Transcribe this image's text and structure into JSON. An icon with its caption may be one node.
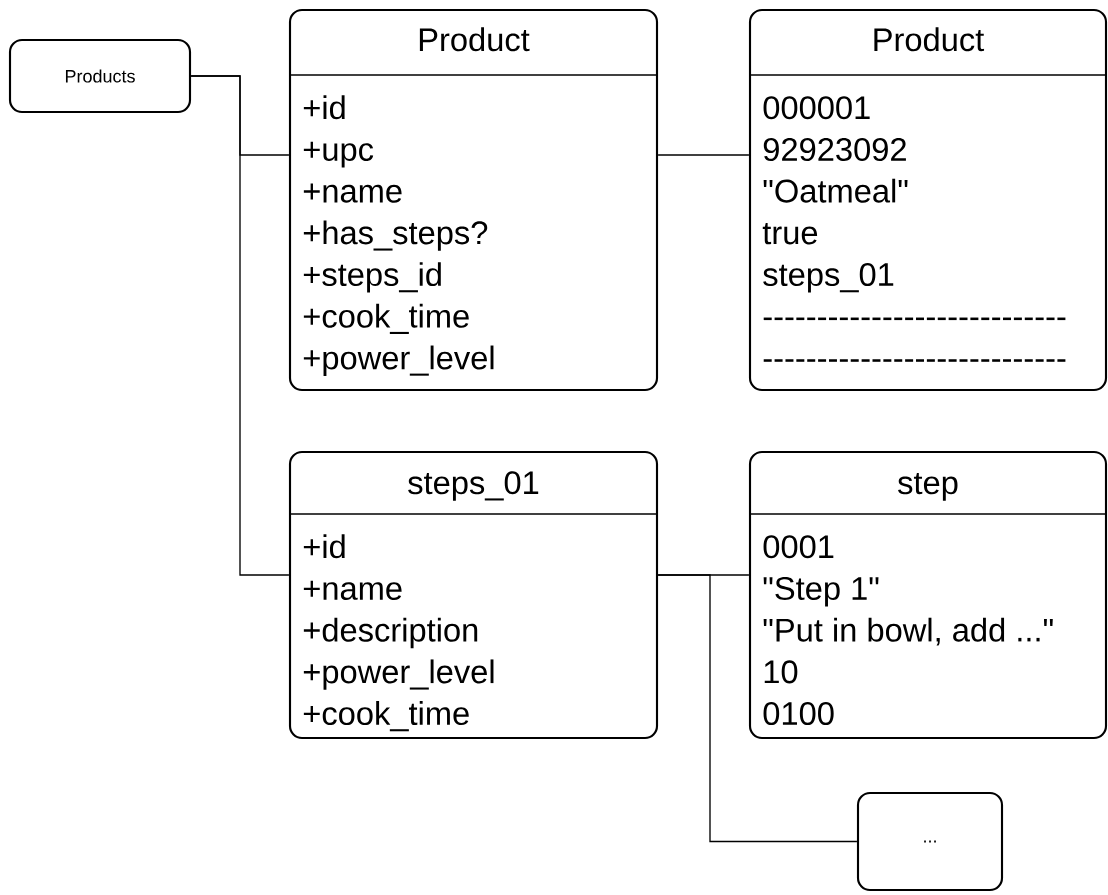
{
  "diagram": {
    "nodes": [
      {
        "text": [
          "Products"
        ]
      },
      {
        "text": [
          "Product",
          "+id",
          "+upc",
          "+name",
          "+has_steps?",
          "+steps_id",
          "+cook_time",
          "+power_level"
        ]
      },
      {
        "text": [
          "Product",
          "000001",
          "92923092",
          "\"Oatmeal\"",
          "true",
          "steps_01",
          "----------------------------",
          "----------------------------"
        ]
      },
      {
        "text": [
          "steps_01",
          "+id",
          "+name",
          "+description",
          "+power_level",
          "+cook_time"
        ]
      },
      {
        "text": [
          "step",
          "0001",
          "\"Step 1\"",
          "\"Put in bowl, add ...\"",
          "10",
          "0100"
        ]
      },
      {
        "text": [
          "..."
        ]
      }
    ],
    "edges": [
      {
        "from": 0,
        "to": 1,
        "arrow": "none"
      },
      {
        "from": 0,
        "to": 3,
        "arrow": "none"
      },
      {
        "from": 1,
        "to": 2,
        "arrow": "none"
      },
      {
        "from": 3,
        "to": 4,
        "arrow": "none"
      },
      {
        "from": 3,
        "to": 5,
        "arrow": "none"
      }
    ]
  }
}
